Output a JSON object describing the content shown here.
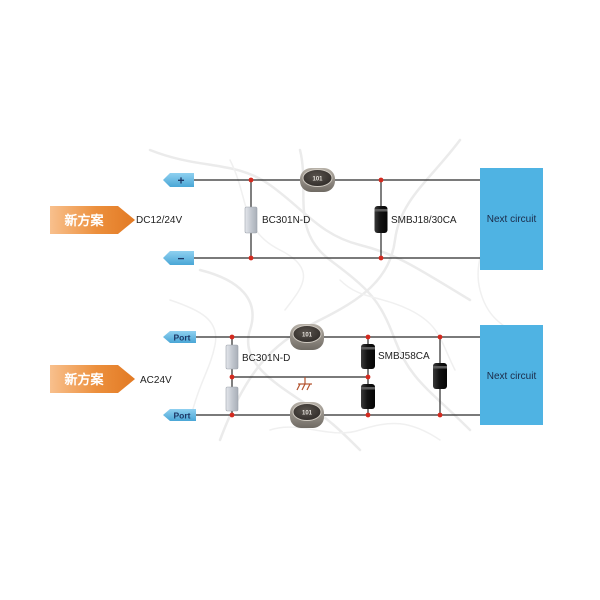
{
  "colors": {
    "badge_light": "#f6b173",
    "badge_dark": "#e27a24",
    "terminal": "#58b2df",
    "output_box": "#4fb3e3",
    "wire": "#2a2a2a",
    "junction": "#d42a1f",
    "ground": "#b4532e",
    "tvs_body": "#151515",
    "varistor_body": "#c9cdd4"
  },
  "circuits": [
    {
      "badge": "新方案",
      "voltage": "DC12/24V",
      "terminal_top": "+",
      "terminal_bottom": "−",
      "varistor_label": "BC301N-D",
      "tvs_label": "SMBJ18/30CA",
      "inductors": [
        {
          "marking": "101"
        }
      ],
      "output_box": "Next circuit"
    },
    {
      "badge": "新方案",
      "voltage": "AC24V",
      "terminal_top": "Port",
      "terminal_bottom": "Port",
      "varistor_label": "BC301N-D",
      "tvs_label": "SMBJ58CA",
      "inductors": [
        {
          "marking": "101"
        },
        {
          "marking": "101"
        }
      ],
      "output_box": "Next circuit"
    }
  ]
}
